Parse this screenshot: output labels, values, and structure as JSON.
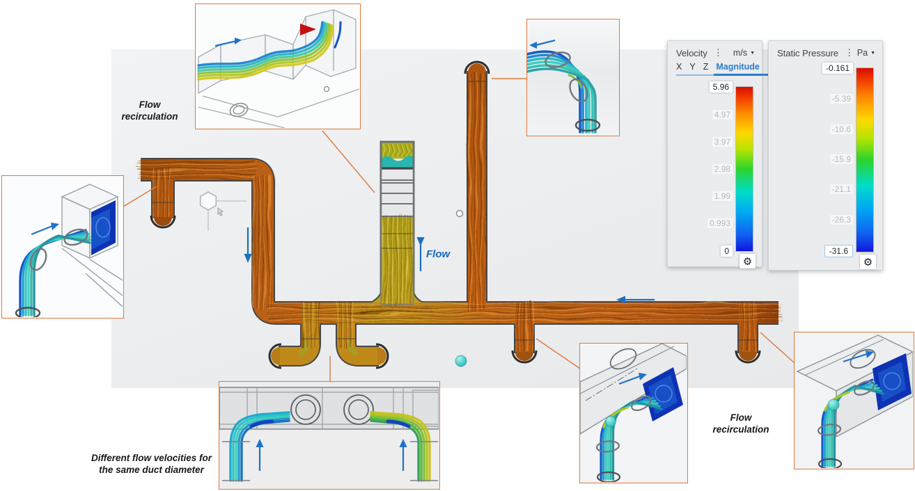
{
  "viewport": {
    "flow_direction_label": "Flow"
  },
  "annotations": {
    "recirc_top": {
      "line1": "Flow",
      "line2": "recirculation"
    },
    "recirc_bottom": {
      "line1": "Flow",
      "line2": "recirculation"
    },
    "diff_velocity": {
      "line1": "Different flow velocities for",
      "line2": "the same duct diameter"
    }
  },
  "legends": {
    "velocity": {
      "title": "Velocity",
      "unit": "m/s",
      "tabs": [
        "X",
        "Y",
        "Z",
        "Magnitude"
      ],
      "active_tab": "Magnitude",
      "ticks": [
        "5.96",
        "4.97",
        "3.97",
        "2.98",
        "1.99",
        "0.993",
        "0"
      ]
    },
    "static_pressure": {
      "title": "Static Pressure",
      "unit": "Pa",
      "ticks": [
        "-0.161",
        "-5.39",
        "-10.6",
        "-15.9",
        "-21.1",
        "-26.3",
        "-31.6"
      ]
    }
  },
  "icons": {
    "kebab": "⋮",
    "caret_down": "▼",
    "gear": "⚙"
  },
  "colors": {
    "accent_blue": "#2b7cce",
    "callout_orange": "#e0783c",
    "arrow_blue": "#1b6fc0",
    "duct_orange": "#c4671c"
  }
}
